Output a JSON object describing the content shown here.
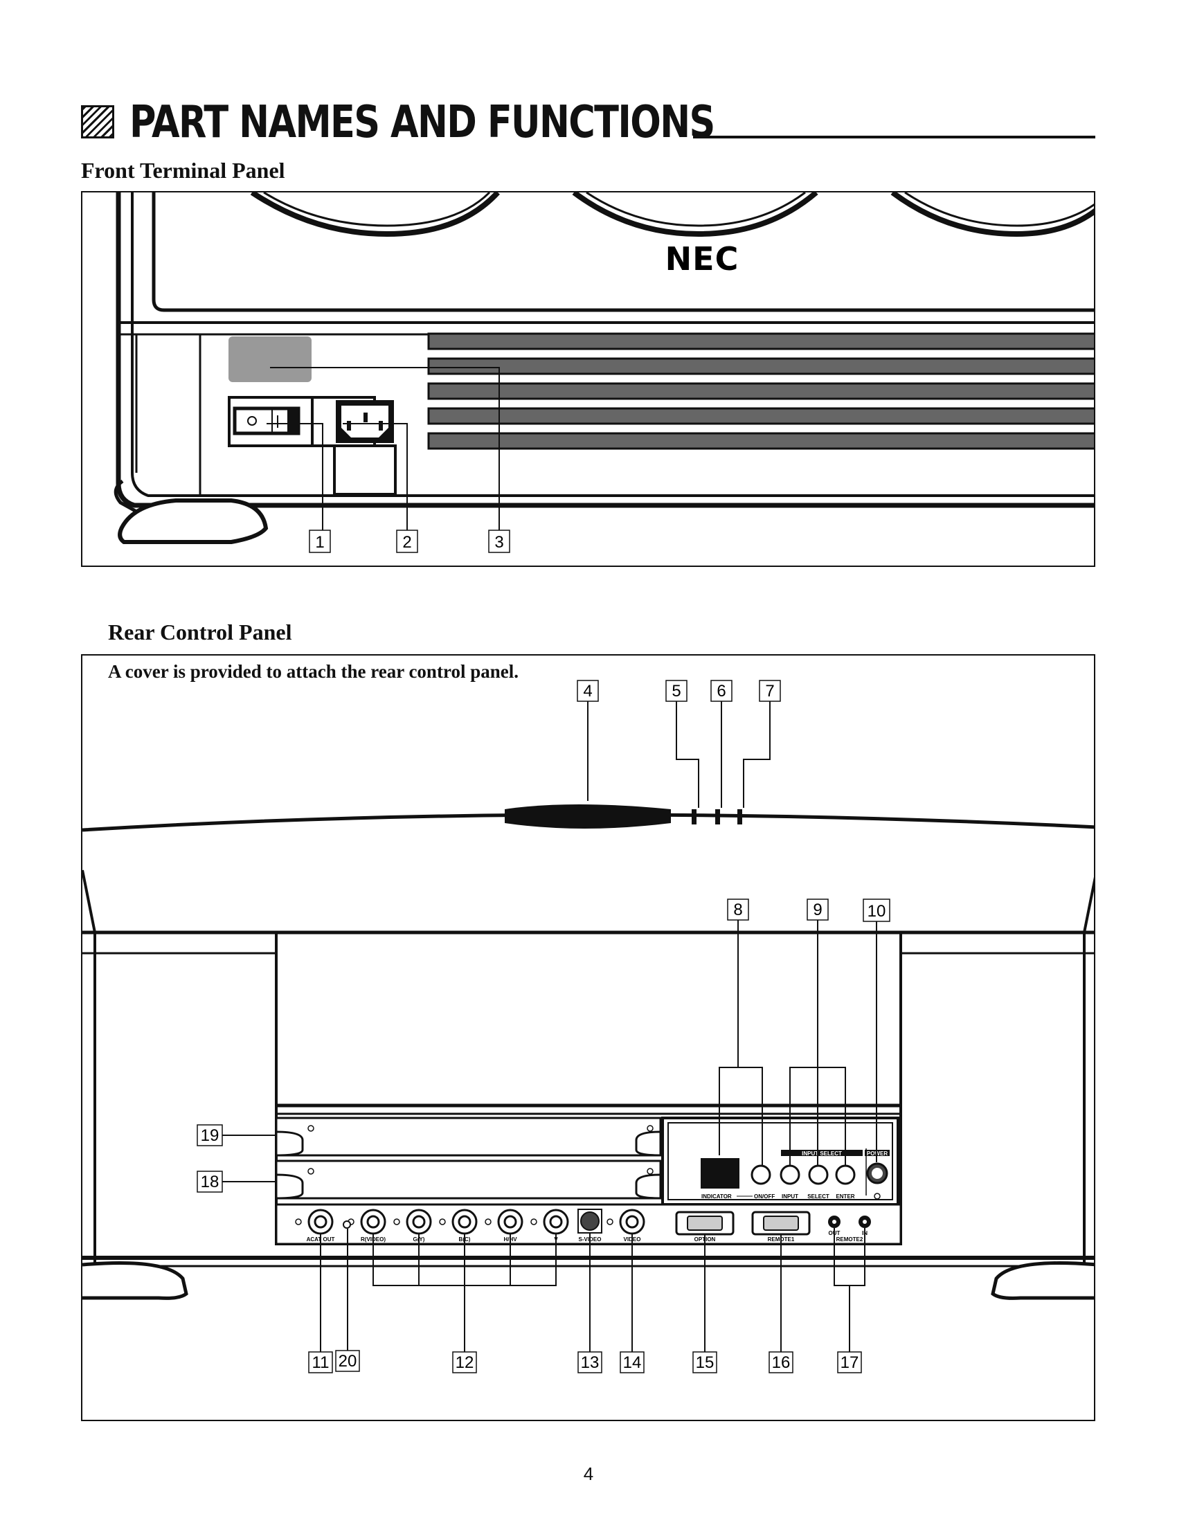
{
  "page": {
    "title": "PART NAMES AND FUNCTIONS",
    "page_number": "4"
  },
  "front_panel": {
    "heading": "Front Terminal Panel",
    "brand": "NEC",
    "callouts": [
      "1",
      "2",
      "3"
    ]
  },
  "rear_panel": {
    "heading": "Rear Control Panel",
    "note": "A cover is provided to attach the rear control panel.",
    "callouts": [
      "4",
      "5",
      "6",
      "7",
      "8",
      "9",
      "10",
      "11",
      "20",
      "12",
      "13",
      "14",
      "15",
      "16",
      "17",
      "19",
      "18"
    ],
    "control_labels": {
      "input_select": "INPUT SELECT",
      "power": "POWER",
      "indicator": "INDICATOR",
      "on_off": "ON/OFF",
      "input": "INPUT",
      "select": "SELECT",
      "enter": "ENTER"
    },
    "connector_labels": {
      "acat_out": "ACAT OUT",
      "r_video": "R(VIDEO)",
      "g_y": "G(Y)",
      "b_c": "B(C)",
      "h_hv": "H/HV",
      "v": "V",
      "s_video": "S-VIDEO",
      "video": "VIDEO",
      "option": "OPTION",
      "remote1": "REMOTE1",
      "out": "OUT",
      "in": "IN",
      "remote2": "REMOTE2"
    }
  }
}
